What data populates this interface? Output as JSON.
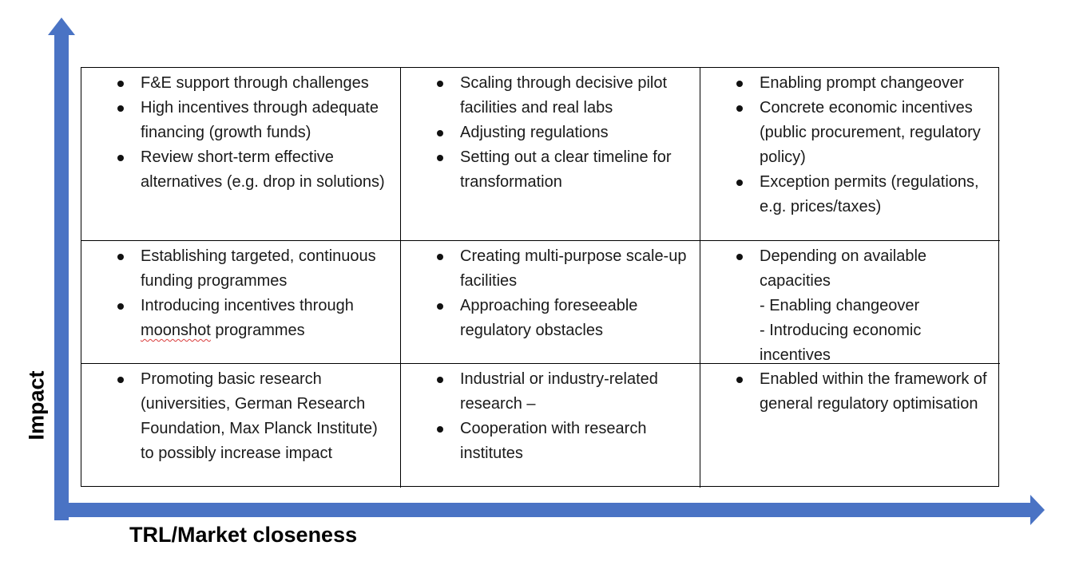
{
  "axes": {
    "y_label": "Impact",
    "x_label": "TRL/Market closeness",
    "arrow_color": "#4a73c4"
  },
  "matrix": {
    "rows": [
      {
        "cells": [
          {
            "items": [
              "F&E support through challenges",
              "High incentives through adequate financing (growth funds)",
              "Review short-term effective alternatives (e.g. drop in solutions)"
            ]
          },
          {
            "items": [
              "Scaling through decisive pilot facilities and real labs",
              "Adjusting regulations",
              "Setting out a clear timeline for transformation"
            ]
          },
          {
            "items": [
              "Enabling prompt changeover",
              "Concrete economic incentives (public procurement, regulatory policy)",
              "Exception permits (regulations, e.g. prices/taxes)"
            ]
          }
        ]
      },
      {
        "cells": [
          {
            "items": [
              "Establishing targeted, continuous funding programmes",
              "Introducing incentives through moonshot programmes"
            ]
          },
          {
            "items": [
              "Creating multi-purpose scale-up facilities",
              "Approaching foreseeable regulatory obstacles"
            ]
          },
          {
            "items": [
              "Depending on available capacities",
              "- Enabling changeover",
              "- Introducing economic incentives"
            ]
          }
        ]
      },
      {
        "cells": [
          {
            "items": [
              "Promoting basic research (universities, German Research Foundation, Max Planck Institute) to possibly increase impact"
            ]
          },
          {
            "items": [
              "Industrial or industry-related research –",
              "Cooperation with research institutes"
            ]
          },
          {
            "items": [
              "Enabled within the framework of general regulatory optimisation"
            ]
          }
        ]
      }
    ]
  }
}
